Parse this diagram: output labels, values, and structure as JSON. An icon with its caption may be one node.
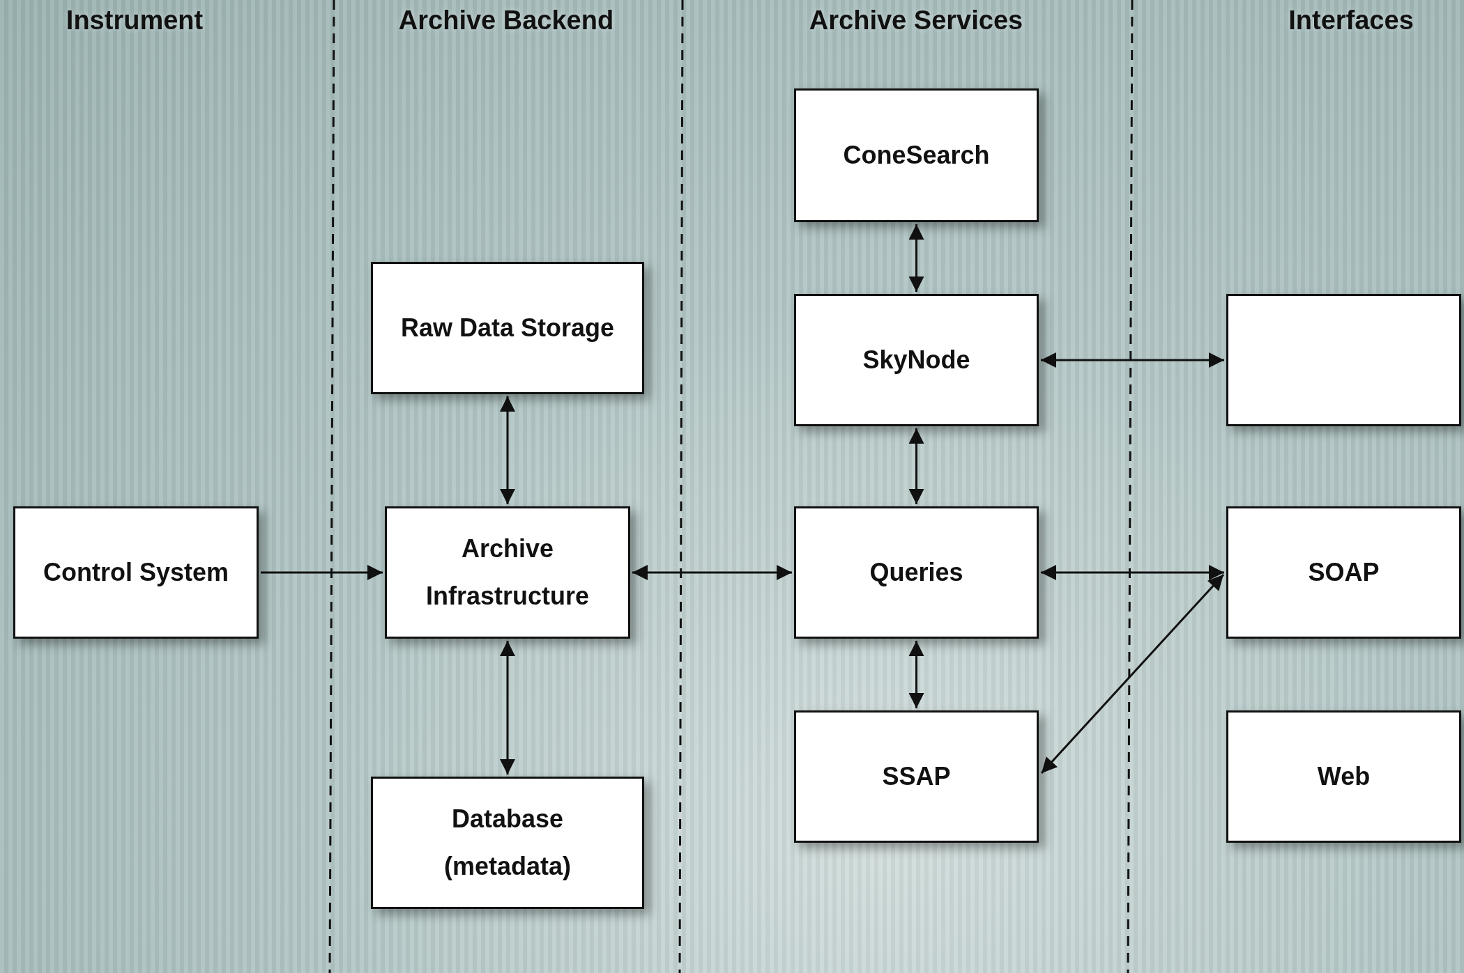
{
  "diagram": {
    "nodes": [
      {
        "text": [
          "Control System"
        ]
      },
      {
        "text": [
          "Raw Data Storage"
        ]
      },
      {
        "text": [
          "Archive Infrastructure"
        ]
      },
      {
        "text": [
          "Database (metadata)"
        ]
      },
      {
        "text": [
          "ConeSearch"
        ]
      },
      {
        "text": [
          "SkyNode"
        ]
      },
      {
        "text": [
          "Queries"
        ]
      },
      {
        "text": [
          "SSAP"
        ]
      },
      {
        "text": [],
        "shape": "box"
      },
      {
        "text": [
          "SOAP"
        ]
      },
      {
        "text": [
          "Web"
        ]
      }
    ],
    "edges": [
      {
        "from": 4,
        "to": 5,
        "arrow": "both"
      },
      {
        "from": 1,
        "to": 2,
        "arrow": "both"
      },
      {
        "from": 5,
        "to": 8,
        "arrow": "both"
      },
      {
        "from": 5,
        "to": 6,
        "arrow": "both"
      },
      {
        "from": 0,
        "to": 2,
        "arrow": "to"
      },
      {
        "from": 2,
        "to": 6,
        "arrow": "both"
      },
      {
        "from": 6,
        "to": 9,
        "arrow": "both"
      },
      {
        "from": 6,
        "to": 7,
        "arrow": "both"
      },
      {
        "from": 7,
        "to": 9,
        "arrow": "both"
      },
      {
        "from": 2,
        "to": 3,
        "arrow": "both"
      }
    ],
    "labels": [
      "Instrument",
      "Archive Backend",
      "Archive Services",
      "Interfaces"
    ]
  }
}
